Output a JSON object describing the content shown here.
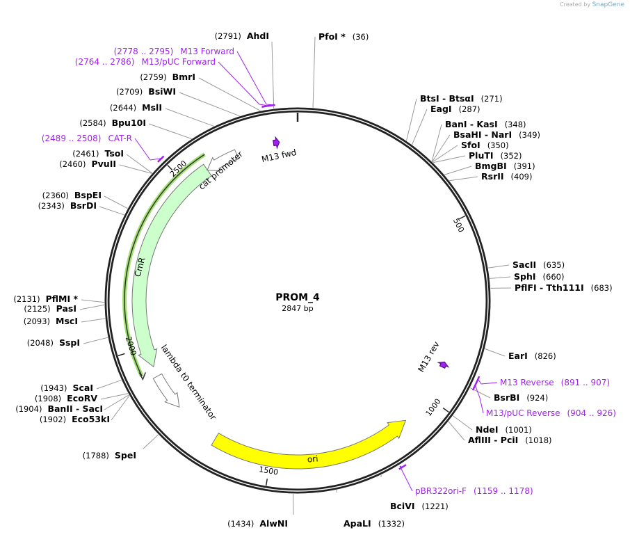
{
  "watermark": {
    "created_by": "Created by",
    "brand": "SnapGene"
  },
  "plasmid": {
    "name": "PROM_4",
    "length_label": "2847 bp",
    "length": 2847
  },
  "colors": {
    "backbone": "#222222",
    "primer": "#a020f0",
    "cmr": "#ccffcc",
    "orf": "#a0e070",
    "ori": "#ffff00",
    "leader": "#888888"
  },
  "ticks": [
    "500",
    "1000",
    "1500",
    "2000",
    "2500"
  ],
  "enzymes": [
    {
      "name": "AhdI",
      "position": 2791,
      "pos_label": "(2791)"
    },
    {
      "name": "BmrI",
      "position": 2759,
      "pos_label": "(2759)"
    },
    {
      "name": "BsiWI",
      "position": 2709,
      "pos_label": "(2709)"
    },
    {
      "name": "MslI",
      "position": 2644,
      "pos_label": "(2644)"
    },
    {
      "name": "Bpu10I",
      "position": 2584,
      "pos_label": "(2584)"
    },
    {
      "name": "TsoI",
      "position": 2461,
      "pos_label": "(2461)"
    },
    {
      "name": "PvuII",
      "position": 2460,
      "pos_label": "(2460)"
    },
    {
      "name": "BspEI",
      "position": 2360,
      "pos_label": "(2360)"
    },
    {
      "name": "BsrDI",
      "position": 2343,
      "pos_label": "(2343)"
    },
    {
      "name": "PflMI *",
      "position": 2131,
      "pos_label": "(2131)"
    },
    {
      "name": "PasI",
      "position": 2125,
      "pos_label": "(2125)"
    },
    {
      "name": "MscI",
      "position": 2093,
      "pos_label": "(2093)"
    },
    {
      "name": "SspI",
      "position": 2048,
      "pos_label": "(2048)"
    },
    {
      "name": "ScaI",
      "position": 1943,
      "pos_label": "(1943)"
    },
    {
      "name": "EcoRV",
      "position": 1908,
      "pos_label": "(1908)"
    },
    {
      "name": "BanII  - SacI",
      "position": 1904,
      "pos_label": "(1904)"
    },
    {
      "name": "Eco53kI",
      "position": 1902,
      "pos_label": "(1902)"
    },
    {
      "name": "SpeI",
      "position": 1788,
      "pos_label": "(1788)"
    },
    {
      "name": "AlwNI",
      "position": 1434,
      "pos_label": "(1434)"
    },
    {
      "name": "ApaLI",
      "position": 1332,
      "pos_label": "(1332)"
    },
    {
      "name": "BciVI",
      "position": 1221,
      "pos_label": "(1221)"
    },
    {
      "name": "PfoI *",
      "position": 36,
      "pos_label": "(36)"
    },
    {
      "name": "BtsI  - BtsαI",
      "position": 271,
      "pos_label": "(271)"
    },
    {
      "name": "EagI",
      "position": 287,
      "pos_label": "(287)"
    },
    {
      "name": "BanI  - KasI",
      "position": 348,
      "pos_label": "(348)"
    },
    {
      "name": "BsaHI  - NarI",
      "position": 349,
      "pos_label": "(349)"
    },
    {
      "name": "SfoI",
      "position": 350,
      "pos_label": "(350)"
    },
    {
      "name": "PluTI",
      "position": 352,
      "pos_label": "(352)"
    },
    {
      "name": "BmgBI",
      "position": 391,
      "pos_label": "(391)"
    },
    {
      "name": "RsrII",
      "position": 409,
      "pos_label": "(409)"
    },
    {
      "name": "SacII",
      "position": 635,
      "pos_label": "(635)"
    },
    {
      "name": "SphI",
      "position": 660,
      "pos_label": "(660)"
    },
    {
      "name": "PflFI  - Tth111I",
      "position": 683,
      "pos_label": "(683)"
    },
    {
      "name": "EarI",
      "position": 826,
      "pos_label": "(826)"
    },
    {
      "name": "BsrBI",
      "position": 924,
      "pos_label": "(924)"
    },
    {
      "name": "NdeI",
      "position": 1001,
      "pos_label": "(1001)"
    },
    {
      "name": "AflIII  - PciI",
      "position": 1018,
      "pos_label": "(1018)"
    }
  ],
  "primers": [
    {
      "name": "M13 Forward",
      "start": 2778,
      "end": 2795,
      "range_label": "(2778 .. 2795)"
    },
    {
      "name": "M13/pUC Forward",
      "start": 2764,
      "end": 2786,
      "range_label": "(2764 .. 2786)"
    },
    {
      "name": "CAT-R",
      "start": 2489,
      "end": 2508,
      "range_label": "(2489 .. 2508)"
    },
    {
      "name": "M13 Reverse",
      "start": 891,
      "end": 907,
      "range_label": "(891 .. 907)"
    },
    {
      "name": "M13/pUC Reverse",
      "start": 904,
      "end": 926,
      "range_label": "(904 .. 926)"
    },
    {
      "name": "pBR322ori-F",
      "start": 1159,
      "end": 1178,
      "range_label": "(1159 .. 1178)"
    }
  ],
  "features": [
    {
      "name": "CmR",
      "start": 1940,
      "end": 2573,
      "direction": "reverse",
      "color": "#ccffcc"
    },
    {
      "name": "cat promoter",
      "start": 2572,
      "end": 2668,
      "direction": "reverse",
      "color": "#ffffff"
    },
    {
      "name": "lambda t0 terminator",
      "start": 1803,
      "end": 1911,
      "direction": "reverse",
      "color": "#ffffff"
    },
    {
      "name": "ori",
      "start": 1091,
      "end": 1667,
      "direction": "reverse",
      "color": "#ffff00"
    },
    {
      "name": "M13 fwd",
      "start": 2778,
      "end": 2795,
      "direction": "forward",
      "color": "#a020f0"
    },
    {
      "name": "M13 rev",
      "start": 891,
      "end": 907,
      "direction": "reverse",
      "color": "#a020f0"
    }
  ]
}
